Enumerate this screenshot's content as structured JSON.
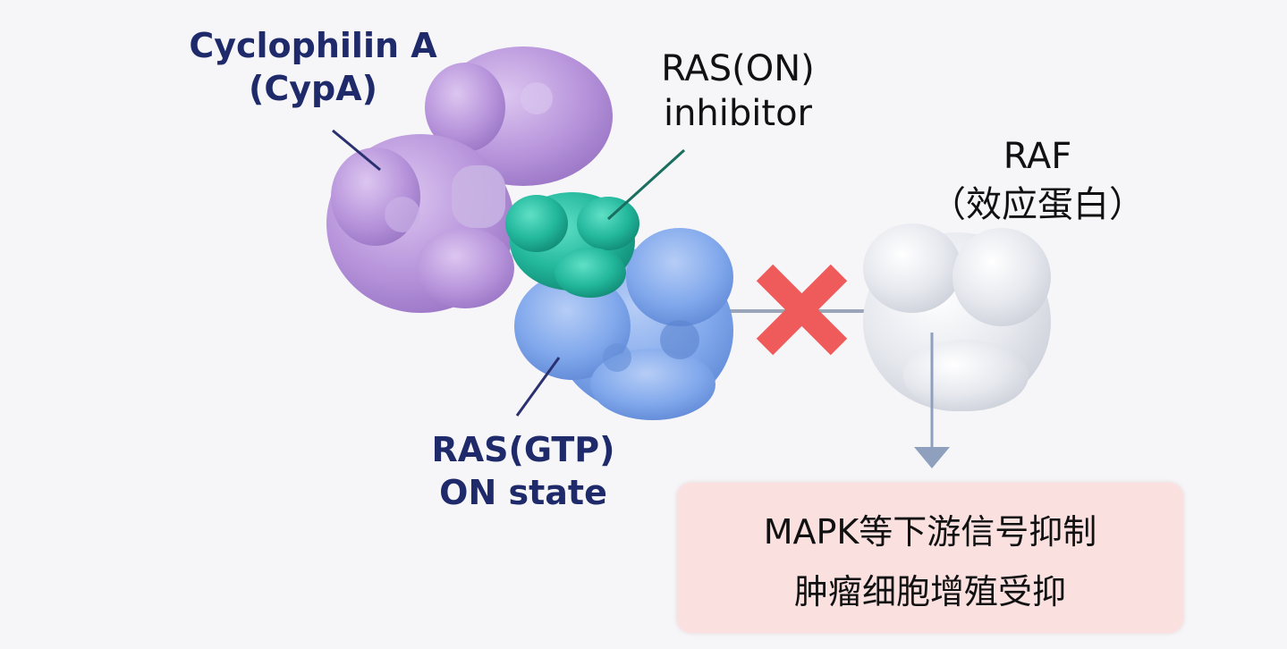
{
  "labels": {
    "cypa": {
      "line1": "Cyclophilin A",
      "line2": "(CypA)"
    },
    "inhibitor": {
      "line1": "RAS(ON)",
      "line2": "inhibitor"
    },
    "ras": {
      "line1": "RAS(GTP)",
      "line2": "ON state"
    },
    "raf": {
      "line1": "RAF",
      "line2": "（效应蛋白）"
    }
  },
  "result": {
    "line1": "MAPK等下游信号抑制",
    "line2": "肿瘤细胞增殖受抑"
  },
  "colors": {
    "cypa": "#b592d8",
    "inhibitor": "#1fb69a",
    "ras": "#7ea6ea",
    "raf": "#e4e6ec",
    "block_x": "#ef5a5a",
    "arrow": "#8ea0bd",
    "result_bg": "#fbe0e0"
  },
  "icons": {
    "block": "x-block-icon",
    "down_arrow": "arrow-down-icon"
  }
}
